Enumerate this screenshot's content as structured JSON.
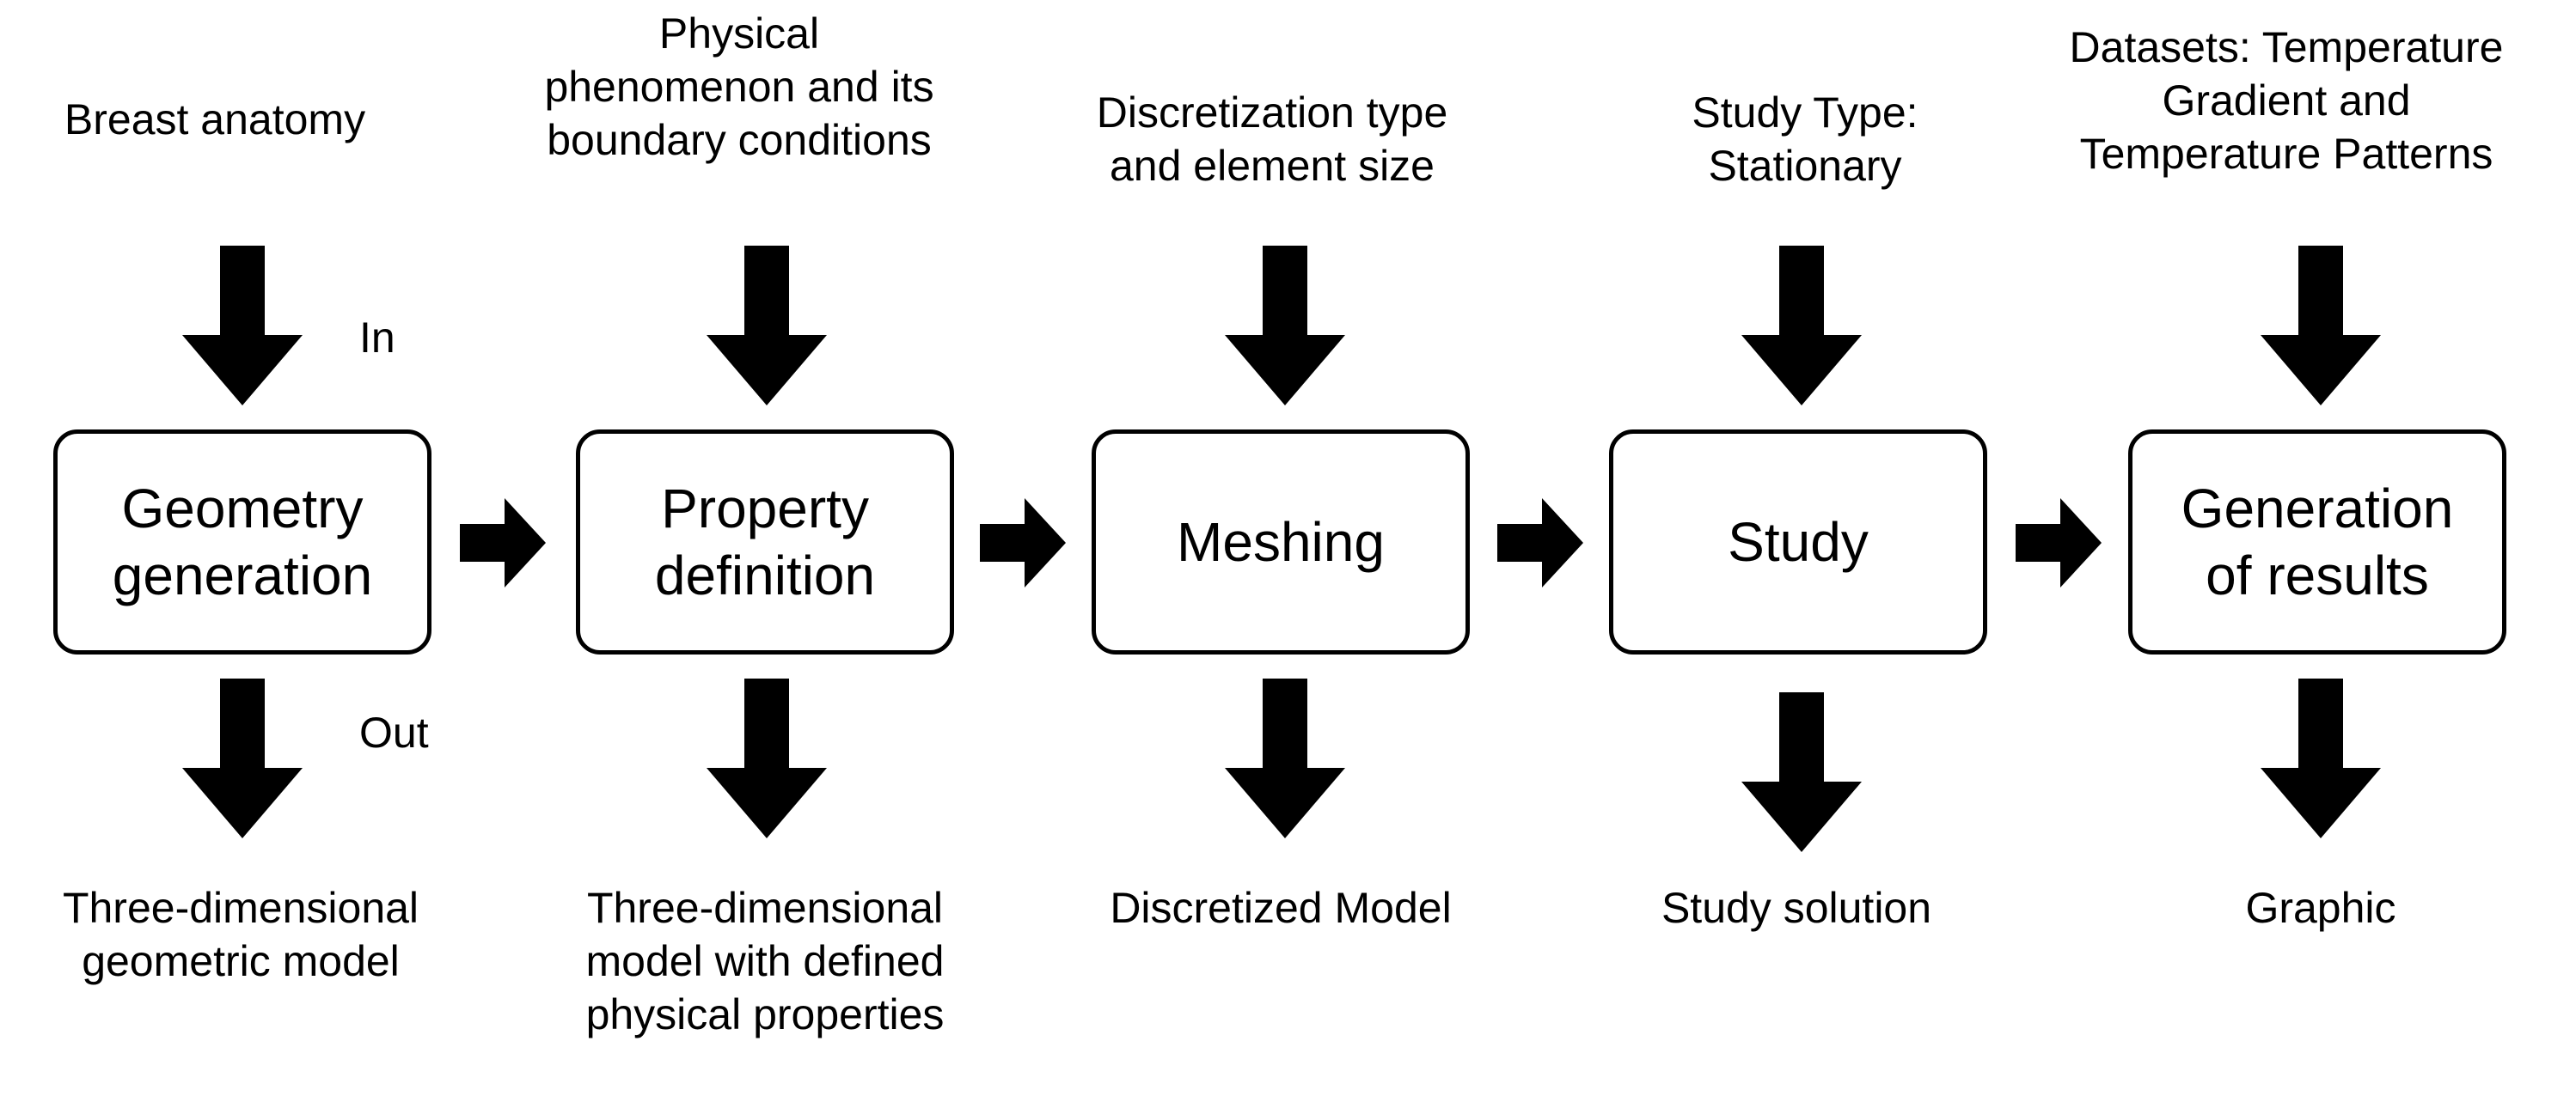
{
  "flow_labels": {
    "in": "In",
    "out": "Out"
  },
  "stages": [
    {
      "title": "Geometry\ngeneration",
      "input": "Breast anatomy",
      "output": "Three-dimensional\ngeometric model"
    },
    {
      "title": "Property\ndefinition",
      "input": "Physical\nphenomenon and its\nboundary conditions",
      "output": "Three-dimensional\nmodel with defined\nphysical properties"
    },
    {
      "title": "Meshing",
      "input": "Discretization type\nand element size",
      "output": "Discretized Model"
    },
    {
      "title": "Study",
      "input": "Study Type:\nStationary",
      "output": "Study solution"
    },
    {
      "title": "Generation\nof results",
      "input": "Datasets: Temperature\nGradient and\nTemperature Patterns",
      "output": "Graphic"
    }
  ]
}
